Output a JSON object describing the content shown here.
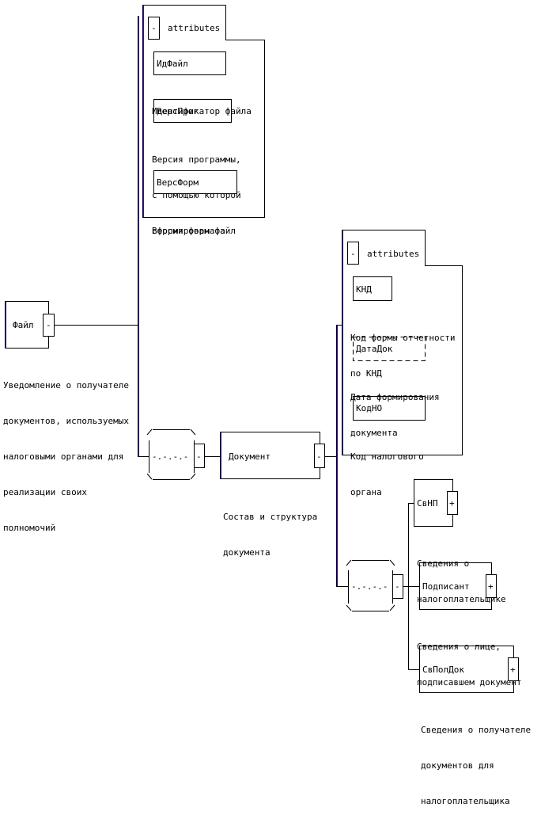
{
  "colors": {
    "line": "#000000",
    "accent_shadow": "#3300aa"
  },
  "root": {
    "name": "Файл",
    "toggle": "-",
    "description": [
      "Уведомление о получателе",
      "документов, используемых",
      "налоговыми органами для",
      "реализации своих",
      "полномочий"
    ]
  },
  "file_attributes": {
    "header": "attributes",
    "toggle": "-",
    "items": [
      {
        "name": "ИдФайл",
        "description": [
          "Идентификатор файла"
        ]
      },
      {
        "name": "ВерсПрог",
        "description": [
          "Версия программы,",
          "с помощью которой",
          "сформирован файл"
        ]
      },
      {
        "name": "ВерсФорм",
        "description": [
          "Версия формата"
        ]
      }
    ]
  },
  "sequence_1": {
    "symbol": "-.-.-.-",
    "toggle": "-"
  },
  "document": {
    "name": "Документ",
    "toggle": "-",
    "description": [
      "Состав и структура",
      "документа"
    ]
  },
  "document_attributes": {
    "header": "attributes",
    "toggle": "-",
    "items": [
      {
        "name": "КНД",
        "description": [
          "Код формы отчетности",
          "по КНД"
        ],
        "optional": false
      },
      {
        "name": "ДатаДок",
        "description": [
          "Дата формирования",
          "документа"
        ],
        "optional": true
      },
      {
        "name": "КодНО",
        "description": [
          "Код налогового",
          "органа"
        ],
        "optional": false
      }
    ]
  },
  "sequence_2": {
    "symbol": "-.-.-.-",
    "toggle": "-"
  },
  "children": [
    {
      "name": "СвНП",
      "toggle": "+",
      "description": [
        "Сведения о",
        "налогоплательщике"
      ]
    },
    {
      "name": "Подписант",
      "toggle": "+",
      "description": [
        "Сведения о лице,",
        "подписавшем документ"
      ]
    },
    {
      "name": "СвПолДок",
      "toggle": "+",
      "description": [
        "Сведения о получателе",
        "документов для",
        "налогоплательщика"
      ]
    }
  ]
}
